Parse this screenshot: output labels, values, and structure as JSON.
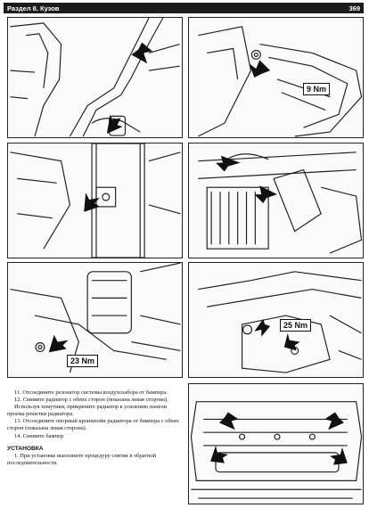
{
  "header": {
    "section": "Раздел 8. Кузов",
    "page_number": "369"
  },
  "figures": {
    "fig1": {},
    "fig2": {
      "torque": "9 Nm"
    },
    "fig3": {},
    "fig4": {},
    "fig5": {
      "torque": "23 Nm"
    },
    "fig6": {
      "torque": "25 Nm"
    },
    "fig7": {}
  },
  "steps": [
    "11. Отсоедините резонатор системы воздухозабора от бампера.",
    "12. Снимите радиатор с обеих сторон (показана левая сторона).",
    "Используя хомутики, прикрепите радиатор к усилению панели проема решетки радиатора.",
    "13. Отсоедините опорный кронштейн радиатора от бампера с обеих сторон (показана левая сторона).",
    "14. Снимите бампер."
  ],
  "install": {
    "title": "УСТАНОВКА",
    "text": "1. При установке выполните процедуру снятия в обратной последовательности."
  }
}
